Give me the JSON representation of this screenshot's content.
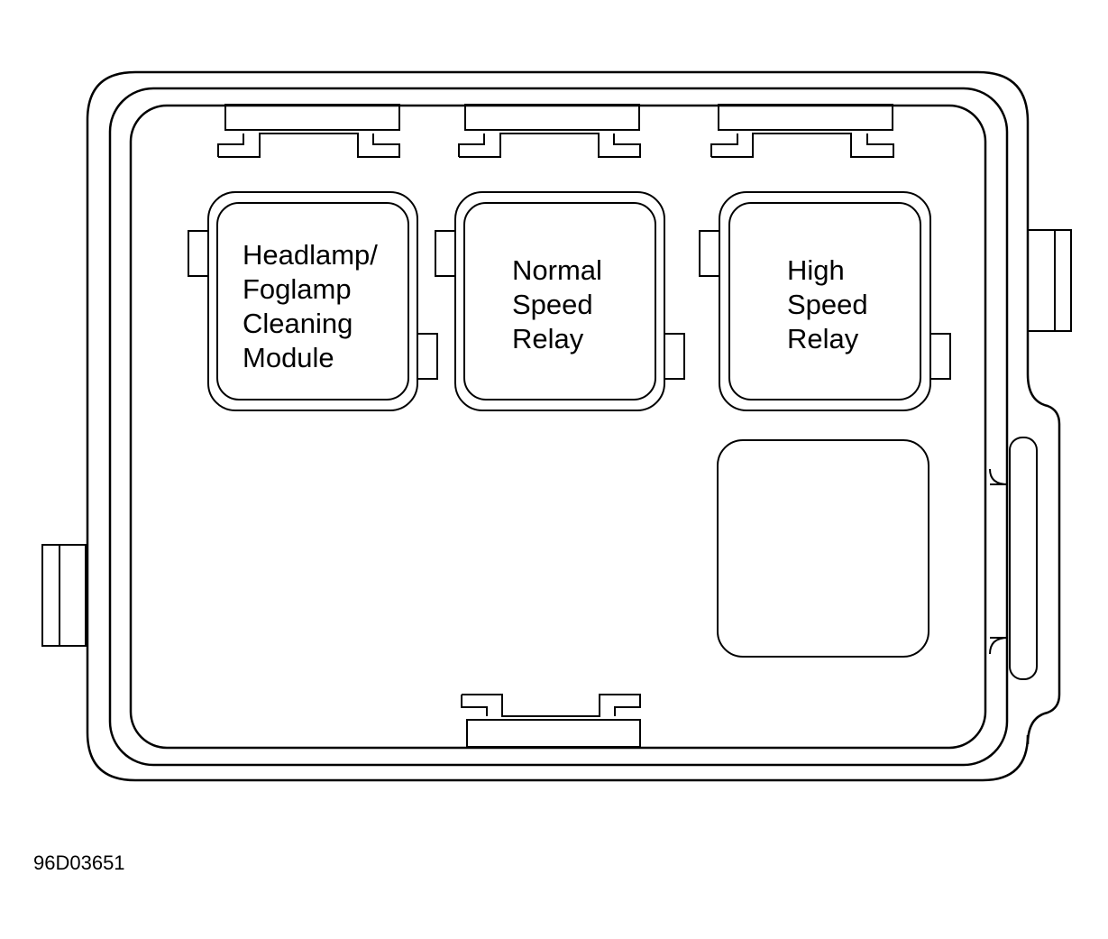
{
  "relays": [
    {
      "lines": [
        "Headlamp/",
        "Foglamp",
        "Cleaning",
        "Module"
      ]
    },
    {
      "lines": [
        "Normal",
        "Speed",
        "Relay"
      ]
    },
    {
      "lines": [
        "High",
        "Speed",
        "Relay"
      ]
    }
  ],
  "figure_code": "96D03651"
}
